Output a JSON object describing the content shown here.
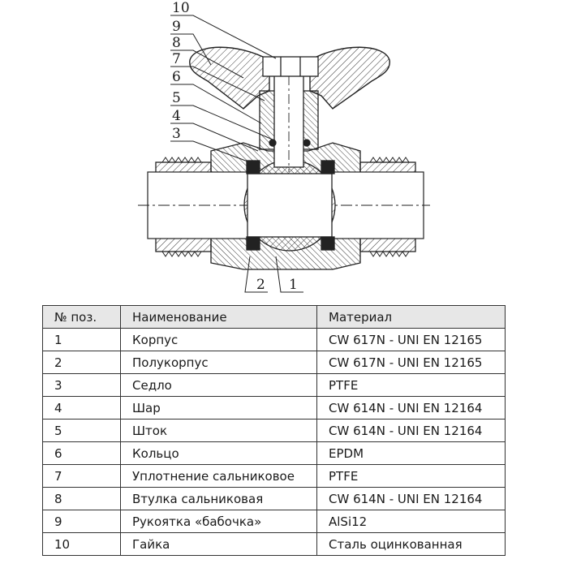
{
  "callouts": [
    "10",
    "9",
    "8",
    "7",
    "6",
    "5",
    "4",
    "3",
    "2",
    "1"
  ],
  "table": {
    "headers": [
      "№ поз.",
      "Наименование",
      "Материал"
    ],
    "rows": [
      [
        "1",
        "Корпус",
        "CW 617N - UNI EN 12165"
      ],
      [
        "2",
        "Полукорпус",
        "CW 617N - UNI EN 12165"
      ],
      [
        "3",
        "Седло",
        "PTFE"
      ],
      [
        "4",
        "Шар",
        "CW 614N - UNI EN 12164"
      ],
      [
        "5",
        "Шток",
        "CW 614N - UNI EN 12164"
      ],
      [
        "6",
        "Кольцо",
        "EPDM"
      ],
      [
        "7",
        "Уплотнение сальниковое",
        "PTFE"
      ],
      [
        "8",
        "Втулка сальниковая",
        "CW 614N - UNI EN 12164"
      ],
      [
        "9",
        "Рукоятка «бабочка»",
        "AlSi12"
      ],
      [
        "10",
        "Гайка",
        "Сталь оцинкованная"
      ]
    ]
  }
}
